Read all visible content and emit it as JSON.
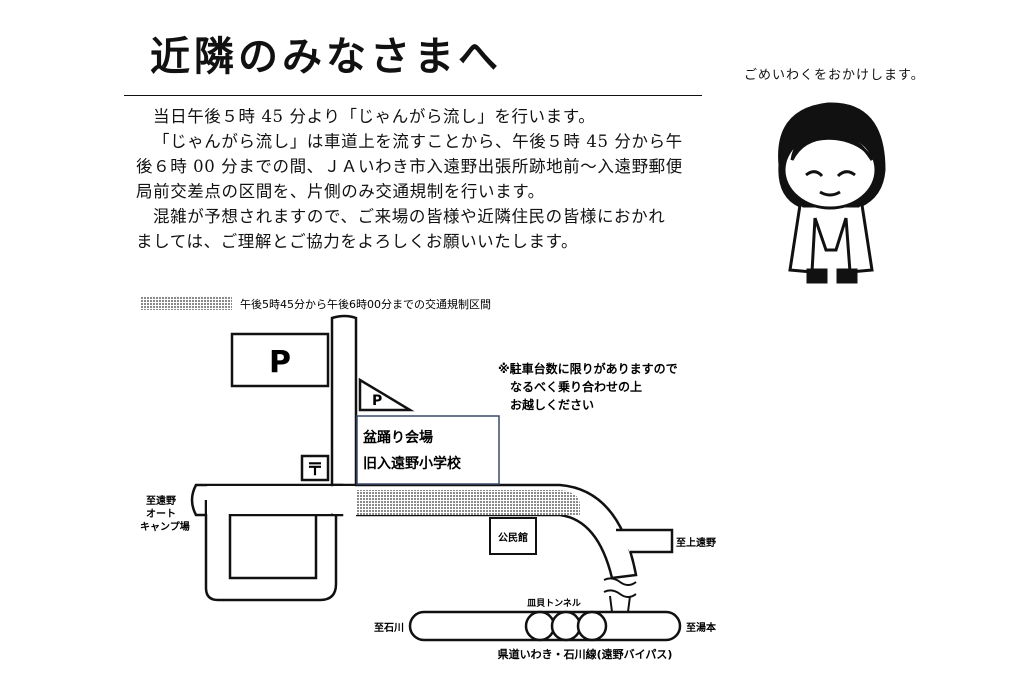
{
  "header": {
    "title": "近隣のみなさまへ",
    "apology": "ごめいわくをおかけします。"
  },
  "notice": {
    "lines": [
      "当日午後５時 45 分より「じゃんがら流し」を行います。",
      "「じゃんがら流し」は車道上を流すことから、午後５時 45 分から午",
      "後６時 00 分までの間、ＪＡいわき市入遠野出張所跡地前〜入遠野郵便",
      "局前交差点の区間を、片側のみ交通規制を行います。",
      "混雑が予想されますので、ご来場の皆様や近隣住民の皆様におかれ",
      "ましては、ご理解とご協力をよろしくお願いいたします。"
    ]
  },
  "map": {
    "legend": "午後5時45分から午後6時00分までの交通規制区間",
    "parking_main": "P",
    "parking_small": "P",
    "post_symbol": "〒",
    "venue_line1": "盆踊り会場",
    "venue_line2": "旧入遠野小学校",
    "parking_note_line1": "※駐車台数に限りがありますので",
    "parking_note_line2": "なるべく乗り合わせの上",
    "parking_note_line3": "お越しください",
    "community_hall": "公民館",
    "to_camp_line1": "至遠野",
    "to_camp_line2": "オート",
    "to_camp_line3": "キャンプ場",
    "to_kamitono": "至上遠野",
    "to_ishikawa": "至石川",
    "to_yumoto": "至湯本",
    "tunnel": "皿貝トンネル",
    "bypass": "県道いわき・石川線(遠野バイパス)"
  },
  "colors": {
    "ink": "#111111",
    "regulated_section": "#9a9a9a",
    "venue_border": "#3a4a6a"
  }
}
